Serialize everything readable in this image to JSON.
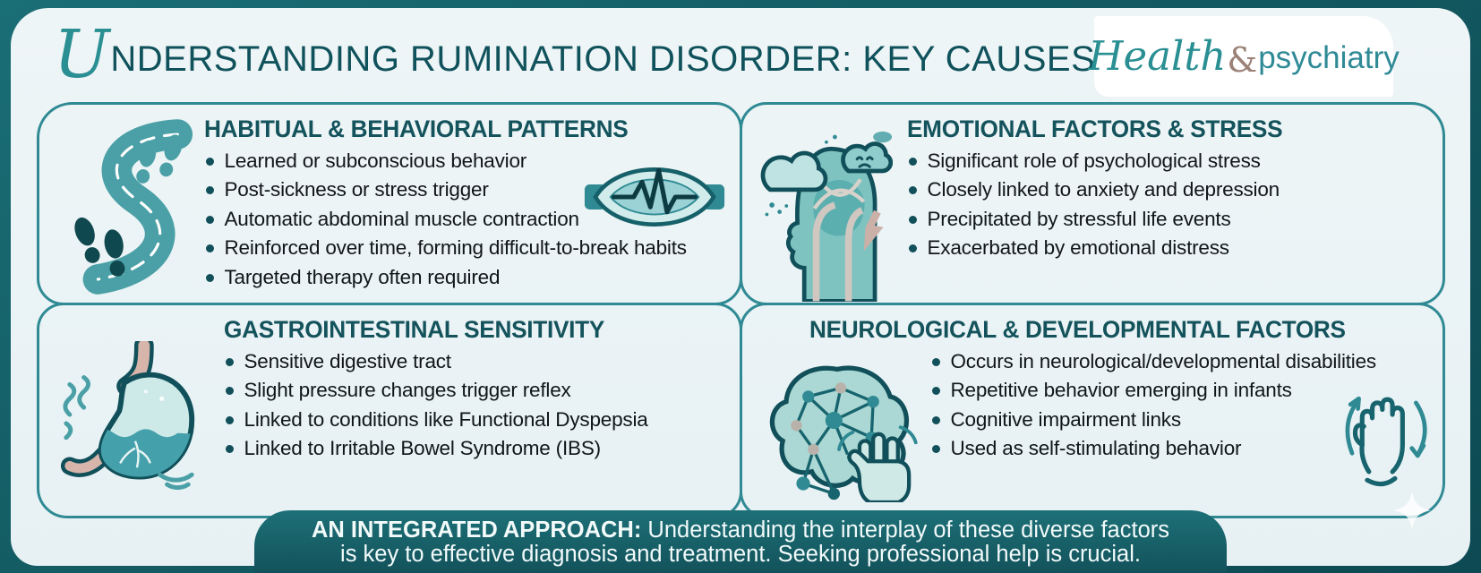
{
  "header": {
    "title_initial": "U",
    "title_rest": "NDERSTANDING RUMINATION DISORDER: KEY CAUSES",
    "title_full": "Understanding Rumination Disorder: Key Causes"
  },
  "brand": {
    "script_part": "Health",
    "ampersand": "&",
    "sans_part": "psychiatry"
  },
  "theme": {
    "frame_teal": "#135a62",
    "card_bg": "#eef5f7",
    "panel_border_teal": "#2f8a93",
    "heading_teal": "#14535c",
    "body_text": "#10161a",
    "accent_teal": "#2a8f93",
    "icon_light_teal": "#7fc3c0",
    "icon_dark_teal": "#11505a",
    "logo_amp_brown": "#9b8177",
    "footer_bg": "#17626b",
    "footer_text": "#f2fafa"
  },
  "panels": [
    {
      "key": "habitual",
      "title": "HABITUAL & BEHAVIORAL PATTERNS",
      "icon": "footprints-path-icon",
      "side_icon": "muscle-wave-icon",
      "bullets": [
        "Learned or subconscious behavior",
        "Post-sickness or stress trigger",
        "Automatic abdominal muscle contraction",
        "Reinforced over time, forming difficult-to-break habits",
        "Targeted therapy often required"
      ]
    },
    {
      "key": "emotional",
      "title": "EMOTIONAL FACTORS & STRESS",
      "icon": "head-storm-icon",
      "bullets": [
        "Significant role of psychological stress",
        "Closely linked to anxiety and depression",
        "Precipitated by stressful life events",
        "Exacerbated by emotional distress"
      ]
    },
    {
      "key": "gastro",
      "title": "GASTROINTESTINAL SENSITIVITY",
      "icon": "stomach-icon",
      "bullets": [
        "Sensitive digestive tract",
        "Slight pressure changes trigger reflex",
        "Linked to conditions like Functional Dyspepsia",
        "Linked to Irritable Bowel Syndrome (IBS)"
      ]
    },
    {
      "key": "neuro",
      "title": "NEUROLOGICAL & DEVELOPMENTAL FACTORS",
      "icon": "brain-network-icon",
      "side_icon": "hand-gesture-icon",
      "bullets": [
        "Occurs in neurological/developmental disabilities",
        "Repetitive behavior emerging in infants",
        "Cognitive impairment links",
        "Used as self-stimulating behavior"
      ]
    }
  ],
  "footer": {
    "lead": "AN INTEGRATED APPROACH:",
    "text": " Understanding the interplay of these diverse factors is key to effective diagnosis and treatment. Seeking professional help is crucial."
  }
}
